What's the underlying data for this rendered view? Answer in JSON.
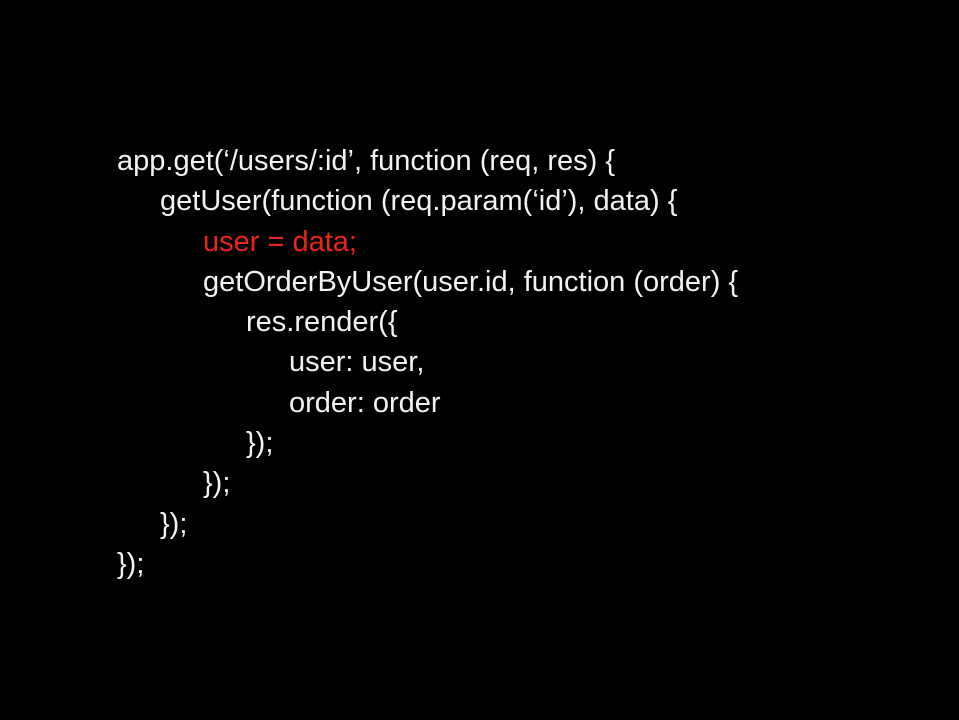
{
  "slide": {
    "highlight_color": "#e8251c",
    "lines": [
      {
        "indent": 0,
        "text": "app.get(‘/users/:id’, function (req, res) {",
        "highlight": false
      },
      {
        "indent": 1,
        "text": "getUser(function (req.param(‘id’), data) {",
        "highlight": false
      },
      {
        "indent": 2,
        "text": "user = data;",
        "highlight": true
      },
      {
        "indent": 2,
        "text": "getOrderByUser(user.id, function (order) {",
        "highlight": false
      },
      {
        "indent": 3,
        "text": "res.render({",
        "highlight": false
      },
      {
        "indent": 4,
        "text": "user: user,",
        "highlight": false
      },
      {
        "indent": 4,
        "text": "order: order",
        "highlight": false
      },
      {
        "indent": 3,
        "text": "});",
        "highlight": false
      },
      {
        "indent": 2,
        "text": "});",
        "highlight": false
      },
      {
        "indent": 1,
        "text": "});",
        "highlight": false
      },
      {
        "indent": 0,
        "text": "});",
        "highlight": false
      }
    ]
  }
}
